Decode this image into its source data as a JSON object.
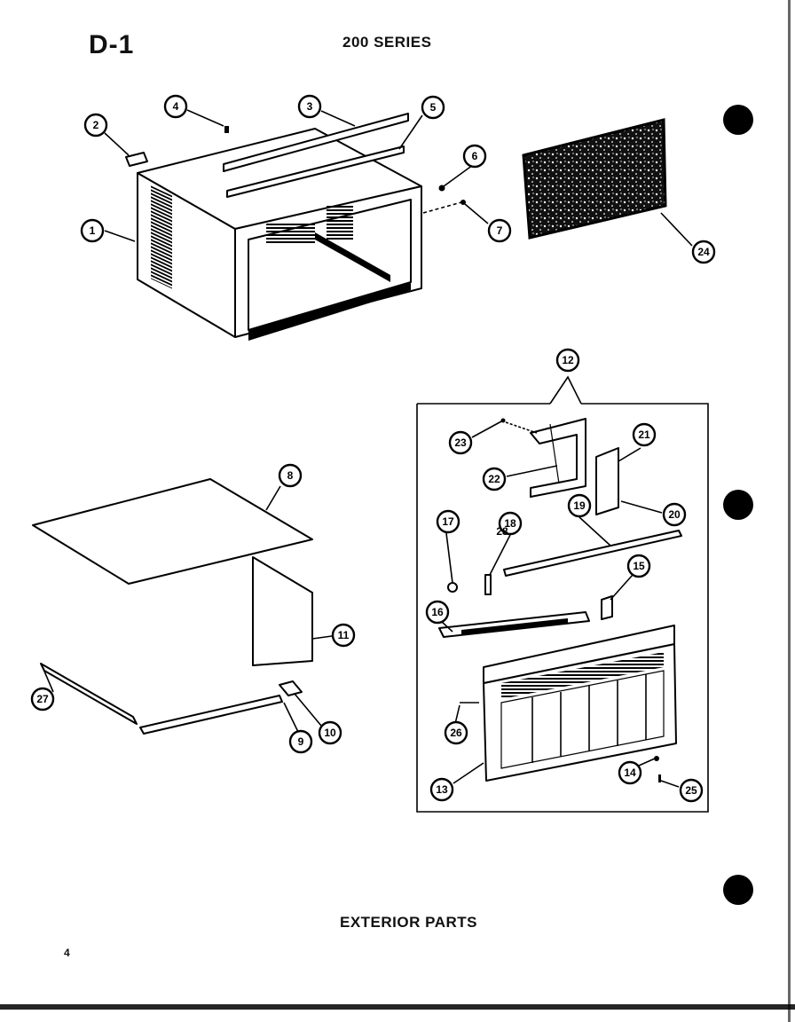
{
  "header": {
    "sheet_code": "D-1",
    "series": "200 SERIES"
  },
  "caption": "EXTERIOR PARTS",
  "page_number": "4",
  "callouts": [
    "1",
    "2",
    "3",
    "4",
    "5",
    "6",
    "7",
    "8",
    "9",
    "10",
    "11",
    "12",
    "13",
    "14",
    "15",
    "16",
    "17",
    "18",
    "19",
    "20",
    "21",
    "22",
    "23",
    "24",
    "25",
    "26",
    "27",
    "28"
  ]
}
